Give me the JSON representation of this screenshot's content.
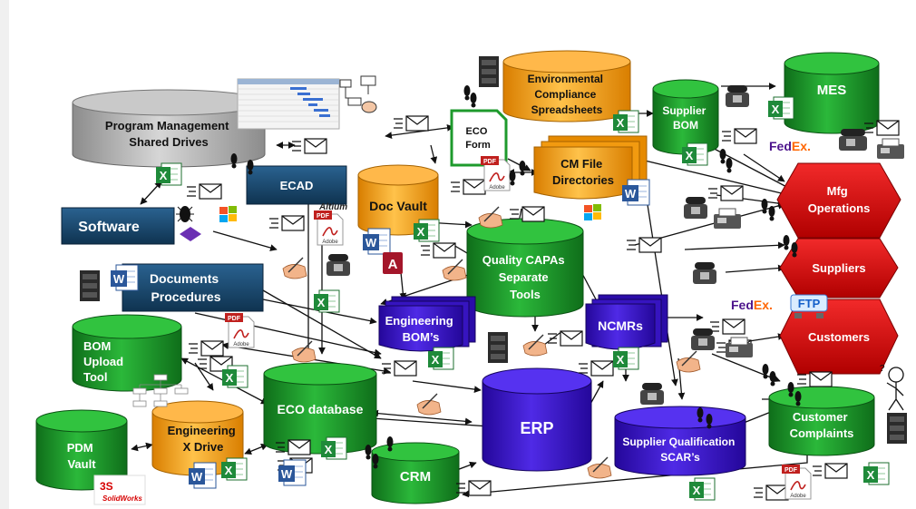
{
  "nodes": {
    "program_management": [
      "Program Management",
      "Shared Drives"
    ],
    "environmental": [
      "Environmental",
      "Compliance",
      "Spreadsheets"
    ],
    "supplier_bom": [
      "Supplier",
      "BOM"
    ],
    "mes": "MES",
    "eco_form": [
      "ECO",
      "Form"
    ],
    "ecad": "ECAD",
    "doc_vault": "Doc Vault",
    "cm_file": [
      "CM File",
      "Directories"
    ],
    "mfg_operations": [
      "Mfg",
      "Operations"
    ],
    "software": "Software",
    "quality_capas": [
      "Quality CAPAs",
      "Separate",
      "Tools"
    ],
    "suppliers": "Suppliers",
    "documents": [
      "Documents",
      "Procedures"
    ],
    "engineering_bom": [
      "Engineering",
      "BOM’s"
    ],
    "ncmrs": "NCMRs",
    "customers": "Customers",
    "bom_upload": [
      "BOM",
      "Upload",
      "Tool"
    ],
    "eco_database": "ECO database",
    "erp": "ERP",
    "supplier_qualification": [
      "Supplier Qualification",
      "SCAR’s"
    ],
    "customer_complaints": [
      "Customer",
      "Complaints"
    ],
    "engineering_x_drive": [
      "Engineering",
      "X Drive"
    ],
    "pdm_vault": [
      "PDM",
      "Vault"
    ],
    "crm": "CRM"
  },
  "badges": {
    "excel": "X",
    "word": "W",
    "access": "A",
    "pdf": "PDF",
    "adobe": "Adobe",
    "fedex_fed": "Fed",
    "fedex_ex": "Ex.",
    "ftp": "FTP",
    "altium": "Altium",
    "solidworks": "SolidWorks"
  },
  "colors": {
    "green": "#1e9a2c",
    "gray": "#b4b4b4",
    "orange": "#f6a21b",
    "navy": "#17476a",
    "purple": "#3a16c8",
    "red": "#d80e0e"
  }
}
